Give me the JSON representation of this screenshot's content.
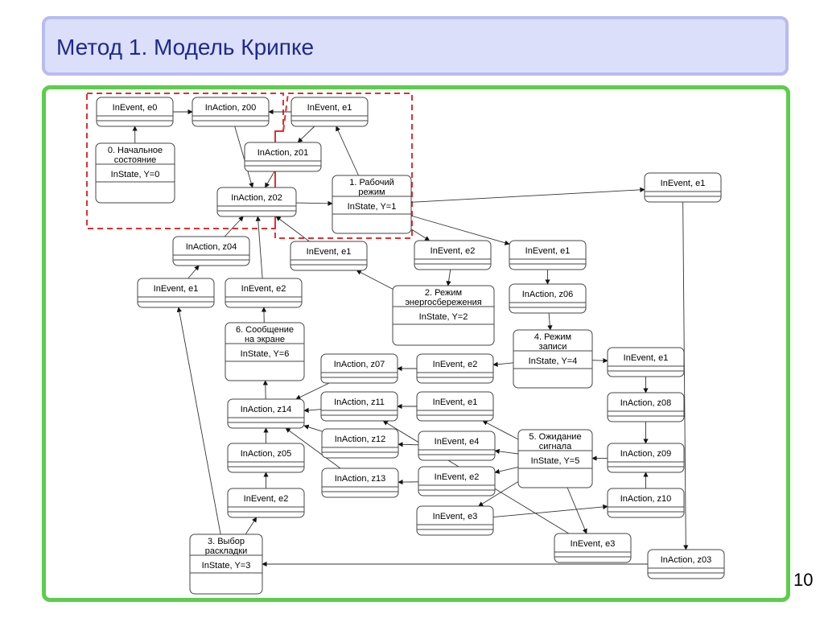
{
  "title": "Метод 1. Модель Крипке",
  "page_number": "10",
  "nodes": [
    {
      "id": "n_e0",
      "kind": "event",
      "label": "InEvent, e0"
    },
    {
      "id": "n_z00",
      "kind": "action",
      "label": "InAction, z00"
    },
    {
      "id": "n_e1a",
      "kind": "event",
      "label": "InEvent, e1"
    },
    {
      "id": "n_s0",
      "kind": "state",
      "lines": [
        "0. Начальное",
        "состояние"
      ],
      "value": "InState, Y=0"
    },
    {
      "id": "n_z01",
      "kind": "action",
      "label": "InAction, z01"
    },
    {
      "id": "n_s1",
      "kind": "state",
      "lines": [
        "1. Рабочий",
        "режим"
      ],
      "value": "InState, Y=1"
    },
    {
      "id": "n_z02",
      "kind": "action",
      "label": "InAction, z02"
    },
    {
      "id": "n_e1b",
      "kind": "event",
      "label": "InEvent, e1"
    },
    {
      "id": "n_z04",
      "kind": "action",
      "label": "InAction, z04"
    },
    {
      "id": "n_e1c",
      "kind": "event",
      "label": "InEvent, e1"
    },
    {
      "id": "n_e2a",
      "kind": "event",
      "label": "InEvent, e2"
    },
    {
      "id": "n_e1d",
      "kind": "event",
      "label": "InEvent, e1"
    },
    {
      "id": "n_e2b",
      "kind": "event",
      "label": "InEvent, e2"
    },
    {
      "id": "n_e1e",
      "kind": "event",
      "label": "InEvent, e1"
    },
    {
      "id": "n_s2",
      "kind": "state",
      "lines": [
        "2. Режим",
        "энергосбережения"
      ],
      "value": "InState, Y=2"
    },
    {
      "id": "n_z06",
      "kind": "action",
      "label": "InAction, z06"
    },
    {
      "id": "n_s6",
      "kind": "state",
      "lines": [
        "6. Сообщение",
        "на экране"
      ],
      "value": "InState, Y=6"
    },
    {
      "id": "n_s4",
      "kind": "state",
      "lines": [
        "4. Режим",
        "записи"
      ],
      "value": "InState, Y=4"
    },
    {
      "id": "n_z07",
      "kind": "action",
      "label": "InAction, z07"
    },
    {
      "id": "n_e2c",
      "kind": "event",
      "label": "InEvent, e2"
    },
    {
      "id": "n_e1f",
      "kind": "event",
      "label": "InEvent, e1"
    },
    {
      "id": "n_z14",
      "kind": "action",
      "label": "InAction, z14"
    },
    {
      "id": "n_z11",
      "kind": "action",
      "label": "InAction, z11"
    },
    {
      "id": "n_e1g",
      "kind": "event",
      "label": "InEvent, e1"
    },
    {
      "id": "n_z08",
      "kind": "action",
      "label": "InAction, z08"
    },
    {
      "id": "n_z12",
      "kind": "action",
      "label": "InAction, z12"
    },
    {
      "id": "n_e4",
      "kind": "event",
      "label": "InEvent, e4"
    },
    {
      "id": "n_s5",
      "kind": "state",
      "lines": [
        "5. Ожидание",
        "сигнала"
      ],
      "value": "InState, Y=5"
    },
    {
      "id": "n_z09",
      "kind": "action",
      "label": "InAction, z09"
    },
    {
      "id": "n_z05",
      "kind": "action",
      "label": "InAction, z05"
    },
    {
      "id": "n_z13",
      "kind": "action",
      "label": "InAction, z13"
    },
    {
      "id": "n_e2d",
      "kind": "event",
      "label": "InEvent, e2"
    },
    {
      "id": "n_e2e",
      "kind": "event",
      "label": "InEvent, e2"
    },
    {
      "id": "n_z10",
      "kind": "action",
      "label": "InAction, z10"
    },
    {
      "id": "n_e3a",
      "kind": "event",
      "label": "InEvent, e3"
    },
    {
      "id": "n_s3",
      "kind": "state",
      "lines": [
        "3. Выбор",
        "раскладки"
      ],
      "value": "InState, Y=3"
    },
    {
      "id": "n_e3b",
      "kind": "event",
      "label": "InEvent, e3"
    },
    {
      "id": "n_z03",
      "kind": "action",
      "label": "InAction, z03"
    }
  ],
  "edges": [
    [
      "n_s0",
      "n_e0"
    ],
    [
      "n_e0",
      "n_z00"
    ],
    [
      "n_e1a",
      "n_z00"
    ],
    [
      "n_e1a",
      "n_z01"
    ],
    [
      "n_z01",
      "n_z02"
    ],
    [
      "n_z00",
      "n_z02"
    ],
    [
      "n_z02",
      "n_s1"
    ],
    [
      "n_s1",
      "n_e1a"
    ],
    [
      "n_s1",
      "n_e1b"
    ],
    [
      "n_s1",
      "n_e2b"
    ],
    [
      "n_s1",
      "n_e1e"
    ],
    [
      "n_e1d",
      "n_z02"
    ],
    [
      "n_z04",
      "n_z02"
    ],
    [
      "n_e2a",
      "n_z02"
    ],
    [
      "n_e1c",
      "n_z04"
    ],
    [
      "n_s2",
      "n_e1d"
    ],
    [
      "n_e2b",
      "n_s2"
    ],
    [
      "n_e1e",
      "n_z06"
    ],
    [
      "n_z06",
      "n_s4"
    ],
    [
      "n_s4",
      "n_e2c"
    ],
    [
      "n_s4",
      "n_e1f"
    ],
    [
      "n_e2c",
      "n_z07"
    ],
    [
      "n_z07",
      "n_z14"
    ],
    [
      "n_z14",
      "n_s6"
    ],
    [
      "n_s6",
      "n_e2a"
    ],
    [
      "n_e1g",
      "n_z11"
    ],
    [
      "n_z11",
      "n_z14"
    ],
    [
      "n_z12",
      "n_z14"
    ],
    [
      "n_z13",
      "n_z14"
    ],
    [
      "n_e1f",
      "n_z08"
    ],
    [
      "n_z08",
      "n_z09"
    ],
    [
      "n_z09",
      "n_s5"
    ],
    [
      "n_s5",
      "n_e1g"
    ],
    [
      "n_s5",
      "n_e4"
    ],
    [
      "n_s5",
      "n_e2d"
    ],
    [
      "n_s5",
      "n_e3b"
    ],
    [
      "n_s5",
      "n_e3a"
    ],
    [
      "n_e4",
      "n_z12"
    ],
    [
      "n_e2d",
      "n_z13"
    ],
    [
      "n_e3b",
      "n_z11"
    ],
    [
      "n_e3a",
      "n_z10"
    ],
    [
      "n_z10",
      "n_z09"
    ],
    [
      "n_z05",
      "n_z14"
    ],
    [
      "n_e2e",
      "n_z05"
    ],
    [
      "n_s3",
      "n_e2e"
    ],
    [
      "n_s3",
      "n_e1c"
    ],
    [
      "n_e1b",
      "n_z03"
    ],
    [
      "n_z03",
      "n_s3"
    ]
  ]
}
